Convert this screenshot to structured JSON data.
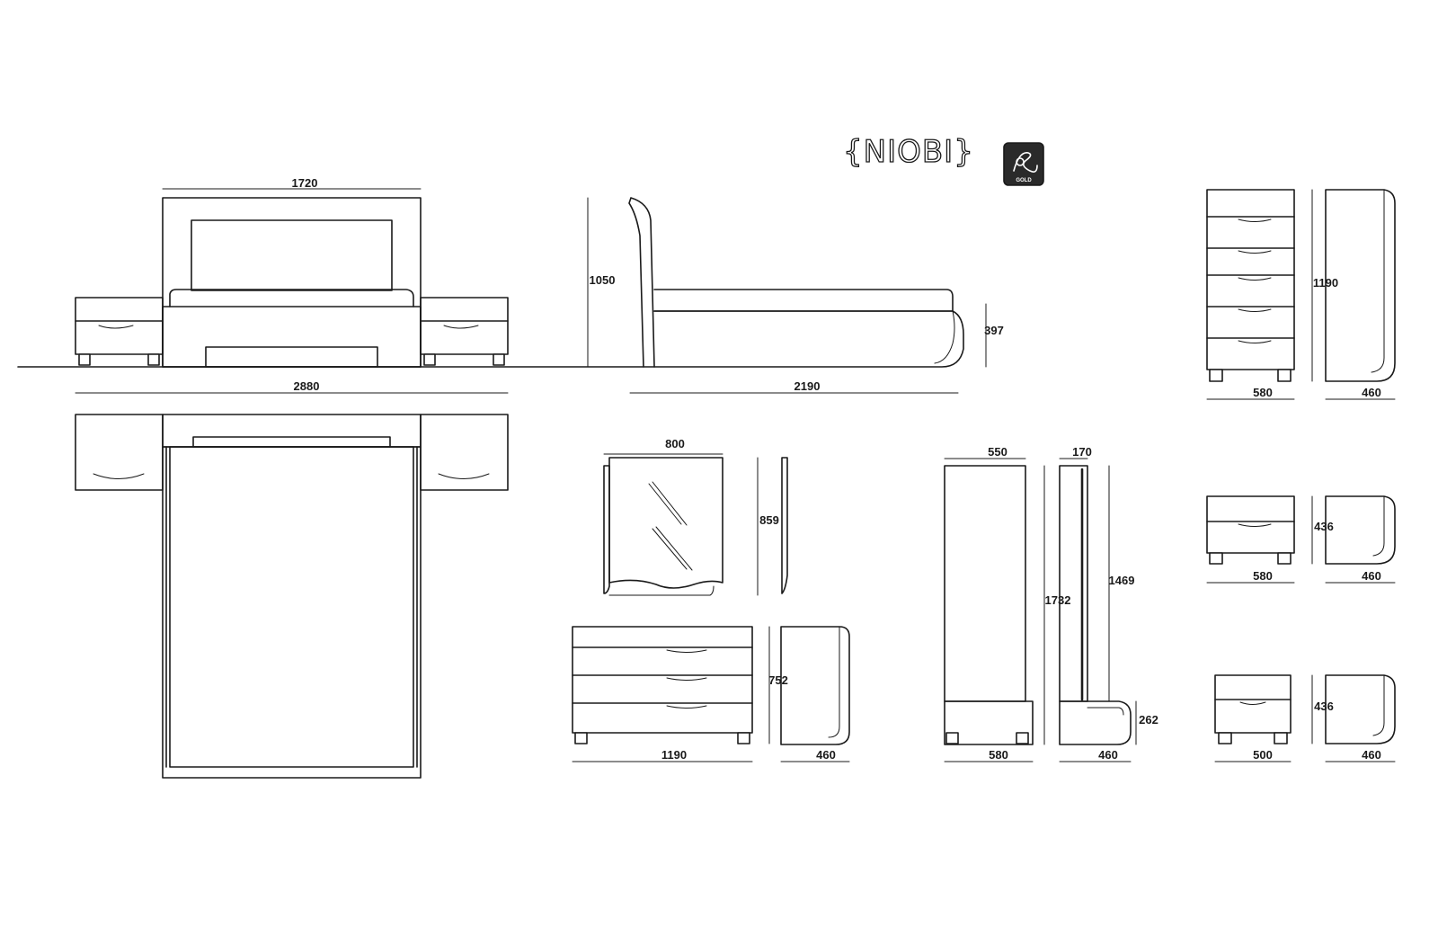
{
  "brand": {
    "title": "{NIOBI}",
    "logo_text": "GOLD"
  },
  "dimensions": {
    "bed_headboard_width": "1720",
    "bed_headboard_height": "1050",
    "bed_side_height": "397",
    "bed_overall_width": "2880",
    "bed_overall_length": "2190",
    "mirror_width": "800",
    "mirror_height": "859",
    "dresser_width": "1190",
    "dresser_height": "752",
    "dresser_depth": "460",
    "wardrobe_width": "550",
    "wardrobe_panel_depth": "170",
    "wardrobe_height": "1732",
    "wardrobe_panel_height": "1469",
    "wardrobe_base_height": "262",
    "wardrobe_base_width": "580",
    "wardrobe_base_depth": "460",
    "chest_width": "580",
    "chest_height": "1190",
    "chest_depth": "460",
    "nightstand_width": "580",
    "nightstand_height": "436",
    "nightstand_depth": "460",
    "nightstand_small_width": "500",
    "nightstand_small_height": "436",
    "nightstand_small_depth": "460"
  }
}
